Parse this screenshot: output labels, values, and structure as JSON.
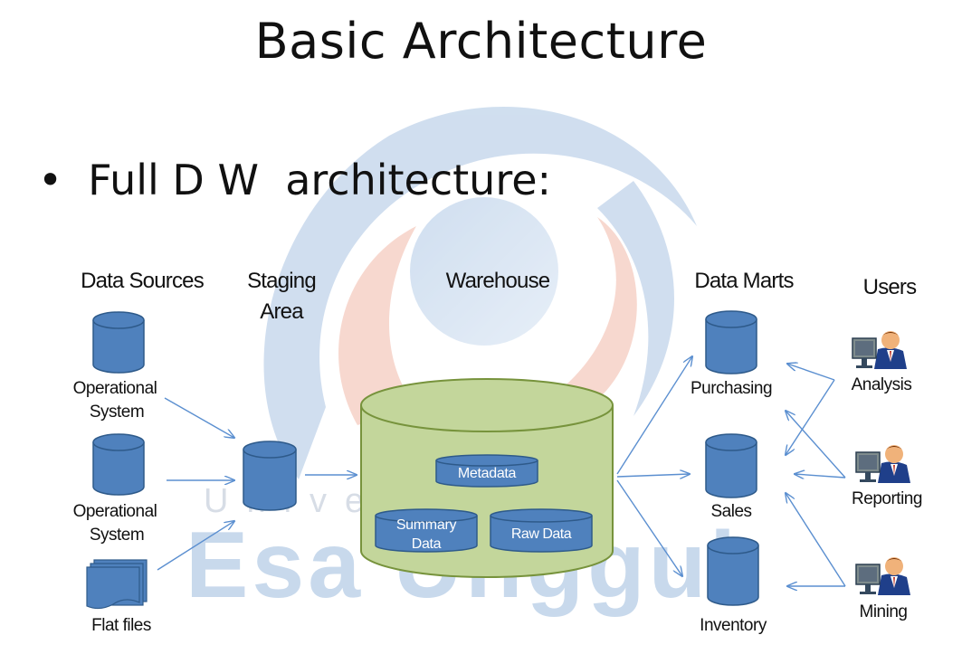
{
  "slide": {
    "title": "Basic Architecture",
    "bullet": "Full D W  architecture:"
  },
  "watermark": {
    "line1": "Universitas",
    "line2": "Esa Unggul"
  },
  "diagram": {
    "columns": {
      "sources": "Data Sources",
      "staging_line1": "Staging",
      "staging_line2": "Area",
      "warehouse": "Warehouse",
      "marts": "Data Marts",
      "users": "Users"
    },
    "sources": {
      "op1_line1": "Operational",
      "op1_line2": "System",
      "op2_line1": "Operational",
      "op2_line2": "System",
      "flat": "Flat files"
    },
    "warehouse": {
      "metadata": "Metadata",
      "summary_line1": "Summary",
      "summary_line2": "Data",
      "raw": "Raw Data"
    },
    "marts": {
      "purchasing": "Purchasing",
      "sales": "Sales",
      "inventory": "Inventory"
    },
    "users": {
      "analysis": "Analysis",
      "reporting": "Reporting",
      "mining": "Mining"
    }
  },
  "colors": {
    "db_fill": "#4F81BD",
    "db_stroke": "#2E5A8A",
    "warehouse_fill": "#C3D69B",
    "warehouse_stroke": "#77933C",
    "arrow": "#5B8FD0"
  }
}
